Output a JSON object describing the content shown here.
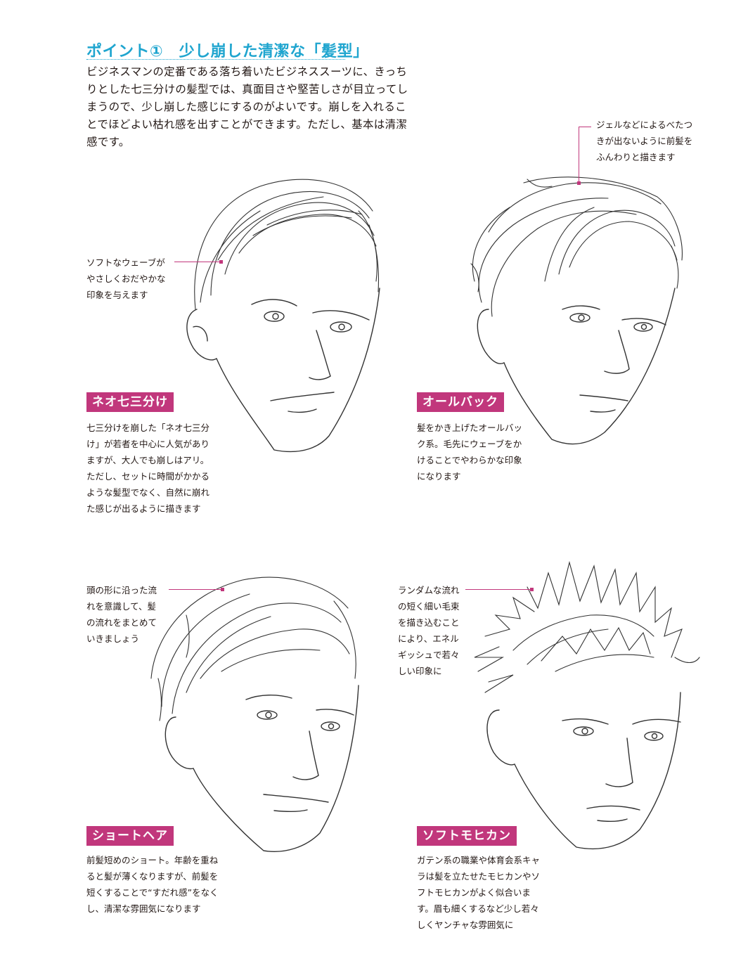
{
  "heading": {
    "text": "ポイント①　少し崩した清潔な「髪型」",
    "color": "#1fa5cf"
  },
  "intro": "ビジネスマンの定番である落ち着いたビジネススーツに、きっちりとした七三分けの髪型では、真面目さや堅苦しさが目立ってしまうので、少し崩した感じにするのがよいです。崩しを入れることでほどよい枯れ感を出すことができます。ただし、基本は清潔感です。",
  "accent_color": "#c1377c",
  "styles": [
    {
      "name": "ネオ七三分け",
      "callout": "ソフトなウェーブが\nやさしくおだやかな\n印象を与えます",
      "description": "七三分けを崩した「ネオ七三分\nけ」が若者を中心に人気があり\nますが、大人でも崩しはアリ。\nただし、セットに時間がかかる\nような髪型でなく、自然に崩れ\nた感じが出るように描きます"
    },
    {
      "name": "オールバック",
      "callout": "ジェルなどによるべたつ\nきが出ないように前髪を\nふんわりと描きます",
      "description": "髪をかき上げたオールバッ\nク系。毛先にウェーブをか\nけることでやわらかな印象\nになります"
    },
    {
      "name": "ショートヘア",
      "callout": "頭の形に沿った流\nれを意識して、髪\nの流れをまとめて\nいきましょう",
      "description": "前髪短めのショート。年齢を重ね\nると髪が薄くなりますが、前髪を\n短くすることで“すだれ感”をなく\nし、清潔な雰囲気になります"
    },
    {
      "name": "ソフトモヒカン",
      "callout": "ランダムな流れ\nの短く細い毛束\nを描き込むこと\nにより、エネル\nギッシュで若々\nしい印象に",
      "description": "ガテン系の職業や体育会系キャ\nラは髪を立たせたモヒカンやソ\nフトモヒカンがよく似合いま\nす。眉も細くするなど少し若々\nしくヤンチャな雰囲気に"
    }
  ]
}
